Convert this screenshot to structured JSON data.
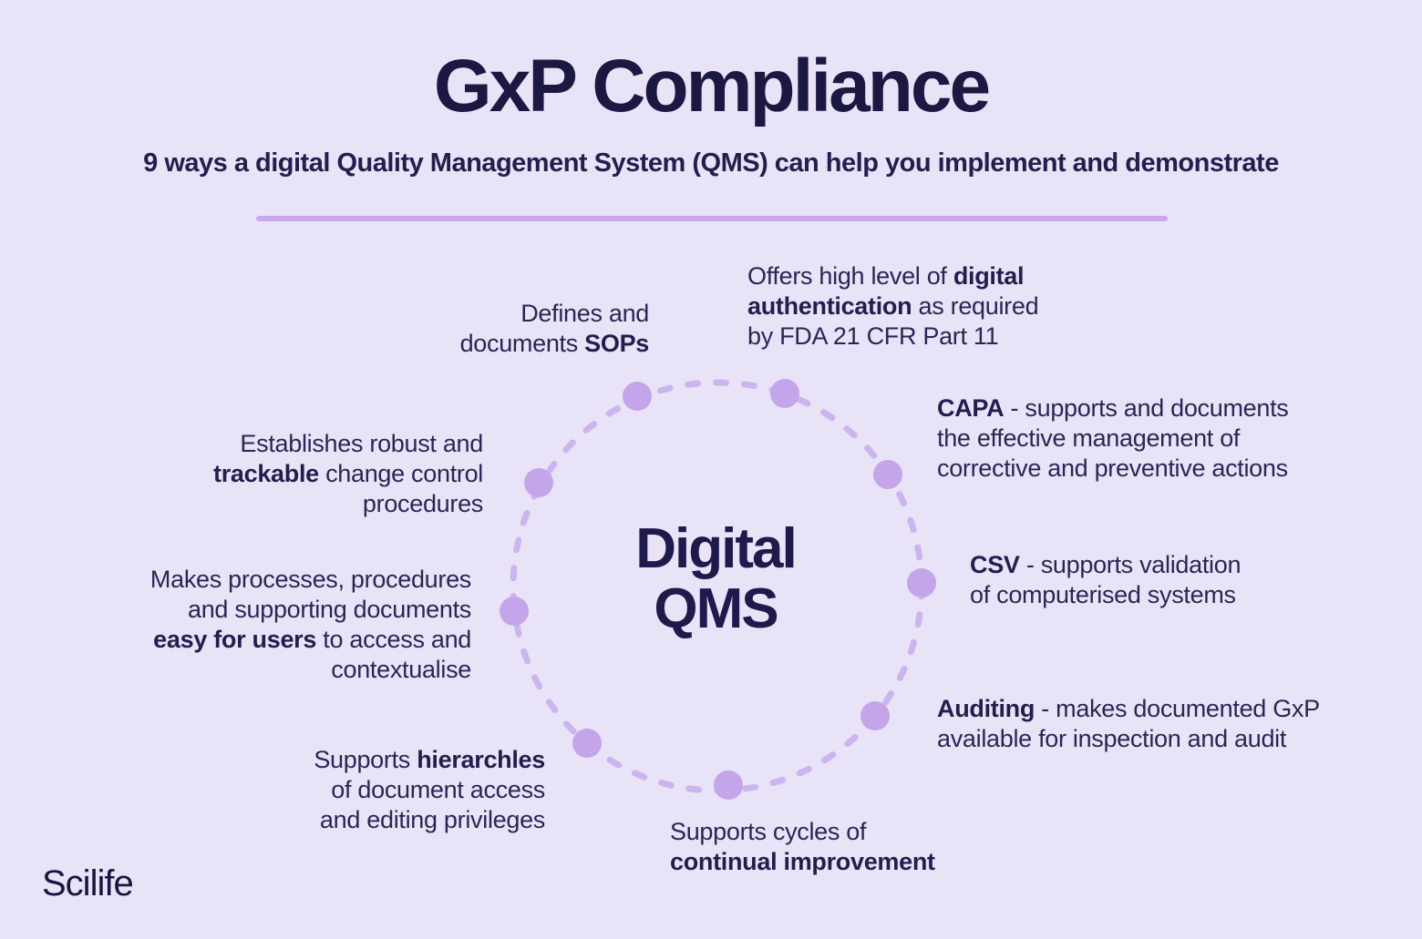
{
  "header": {
    "title": "GxP Compliance",
    "subtitle": "9 ways a digital Quality Management System (QMS) can help you implement and demonstrate"
  },
  "center": {
    "line1": "Digital",
    "line2": "QMS"
  },
  "footer": {
    "logo": "Scilife"
  },
  "colors": {
    "background": "#E9E3F8",
    "heading_text": "#1B1842",
    "body_text": "#2A2654",
    "dot_purple": "#C4A5E9",
    "dash_purple": "#CDB4EF",
    "divider_purple": "#C9A6EF"
  },
  "items": [
    {
      "id": "sops",
      "lines": [
        [
          {
            "t": "Defines and"
          }
        ],
        [
          {
            "t": "documents "
          },
          {
            "t": "SOPs",
            "b": true
          }
        ]
      ]
    },
    {
      "id": "auth",
      "lines": [
        [
          {
            "t": "Offers high level of "
          },
          {
            "t": "digital",
            "b": true
          }
        ],
        [
          {
            "t": "authentication",
            "b": true
          },
          {
            "t": " as required"
          }
        ],
        [
          {
            "t": "by FDA 21 CFR Part 11"
          }
        ]
      ]
    },
    {
      "id": "capa",
      "lines": [
        [
          {
            "t": "CAPA",
            "b": true
          },
          {
            "t": " - supports and documents"
          }
        ],
        [
          {
            "t": "the effective management of"
          }
        ],
        [
          {
            "t": "corrective and preventive actions"
          }
        ]
      ]
    },
    {
      "id": "csv",
      "lines": [
        [
          {
            "t": "CSV",
            "b": true
          },
          {
            "t": " - supports validation"
          }
        ],
        [
          {
            "t": "of computerised systems"
          }
        ]
      ]
    },
    {
      "id": "auditing",
      "lines": [
        [
          {
            "t": "Auditing",
            "b": true
          },
          {
            "t": " - makes documented GxP"
          }
        ],
        [
          {
            "t": "available for inspection and audit"
          }
        ]
      ]
    },
    {
      "id": "continual",
      "lines": [
        [
          {
            "t": "Supports cycles of"
          }
        ],
        [
          {
            "t": "continual improvement",
            "b": true
          }
        ]
      ]
    },
    {
      "id": "hierarchies",
      "lines": [
        [
          {
            "t": "Supports "
          },
          {
            "t": "hierarchles",
            "b": true
          }
        ],
        [
          {
            "t": "of document access"
          }
        ],
        [
          {
            "t": "and editing privileges"
          }
        ]
      ]
    },
    {
      "id": "easy",
      "lines": [
        [
          {
            "t": "Makes processes, procedures"
          }
        ],
        [
          {
            "t": "and supporting documents"
          }
        ],
        [
          {
            "t": "easy for users",
            "b": true
          },
          {
            "t": " to access and"
          }
        ],
        [
          {
            "t": "contextualise"
          }
        ]
      ]
    },
    {
      "id": "trackable",
      "lines": [
        [
          {
            "t": "Establishes robust and"
          }
        ],
        [
          {
            "t": "trackable",
            "b": true
          },
          {
            "t": " change control"
          }
        ],
        [
          {
            "t": "procedures"
          }
        ]
      ]
    }
  ]
}
